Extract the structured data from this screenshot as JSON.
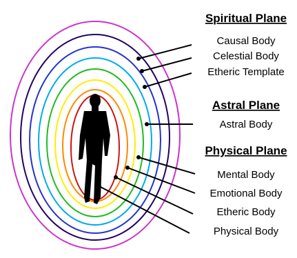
{
  "colors": {
    "rings": [
      "#cc1111",
      "#ff8800",
      "#ffee00",
      "#22bb22",
      "#00aaee",
      "#2233cc",
      "#220066",
      "#cc33cc"
    ],
    "leader": "#000000",
    "silhouette": "#000000"
  },
  "planes": [
    {
      "heading": "Spiritual Plane",
      "bodies": [
        "Causal Body",
        "Celestial Body",
        "Etheric Template"
      ]
    },
    {
      "heading": "Astral Plane",
      "bodies": [
        "Astral Body"
      ]
    },
    {
      "heading": "Physical Plane",
      "bodies": [
        "Mental Body",
        "Emotional Body",
        "Etheric Body",
        "Physical Body"
      ]
    }
  ]
}
